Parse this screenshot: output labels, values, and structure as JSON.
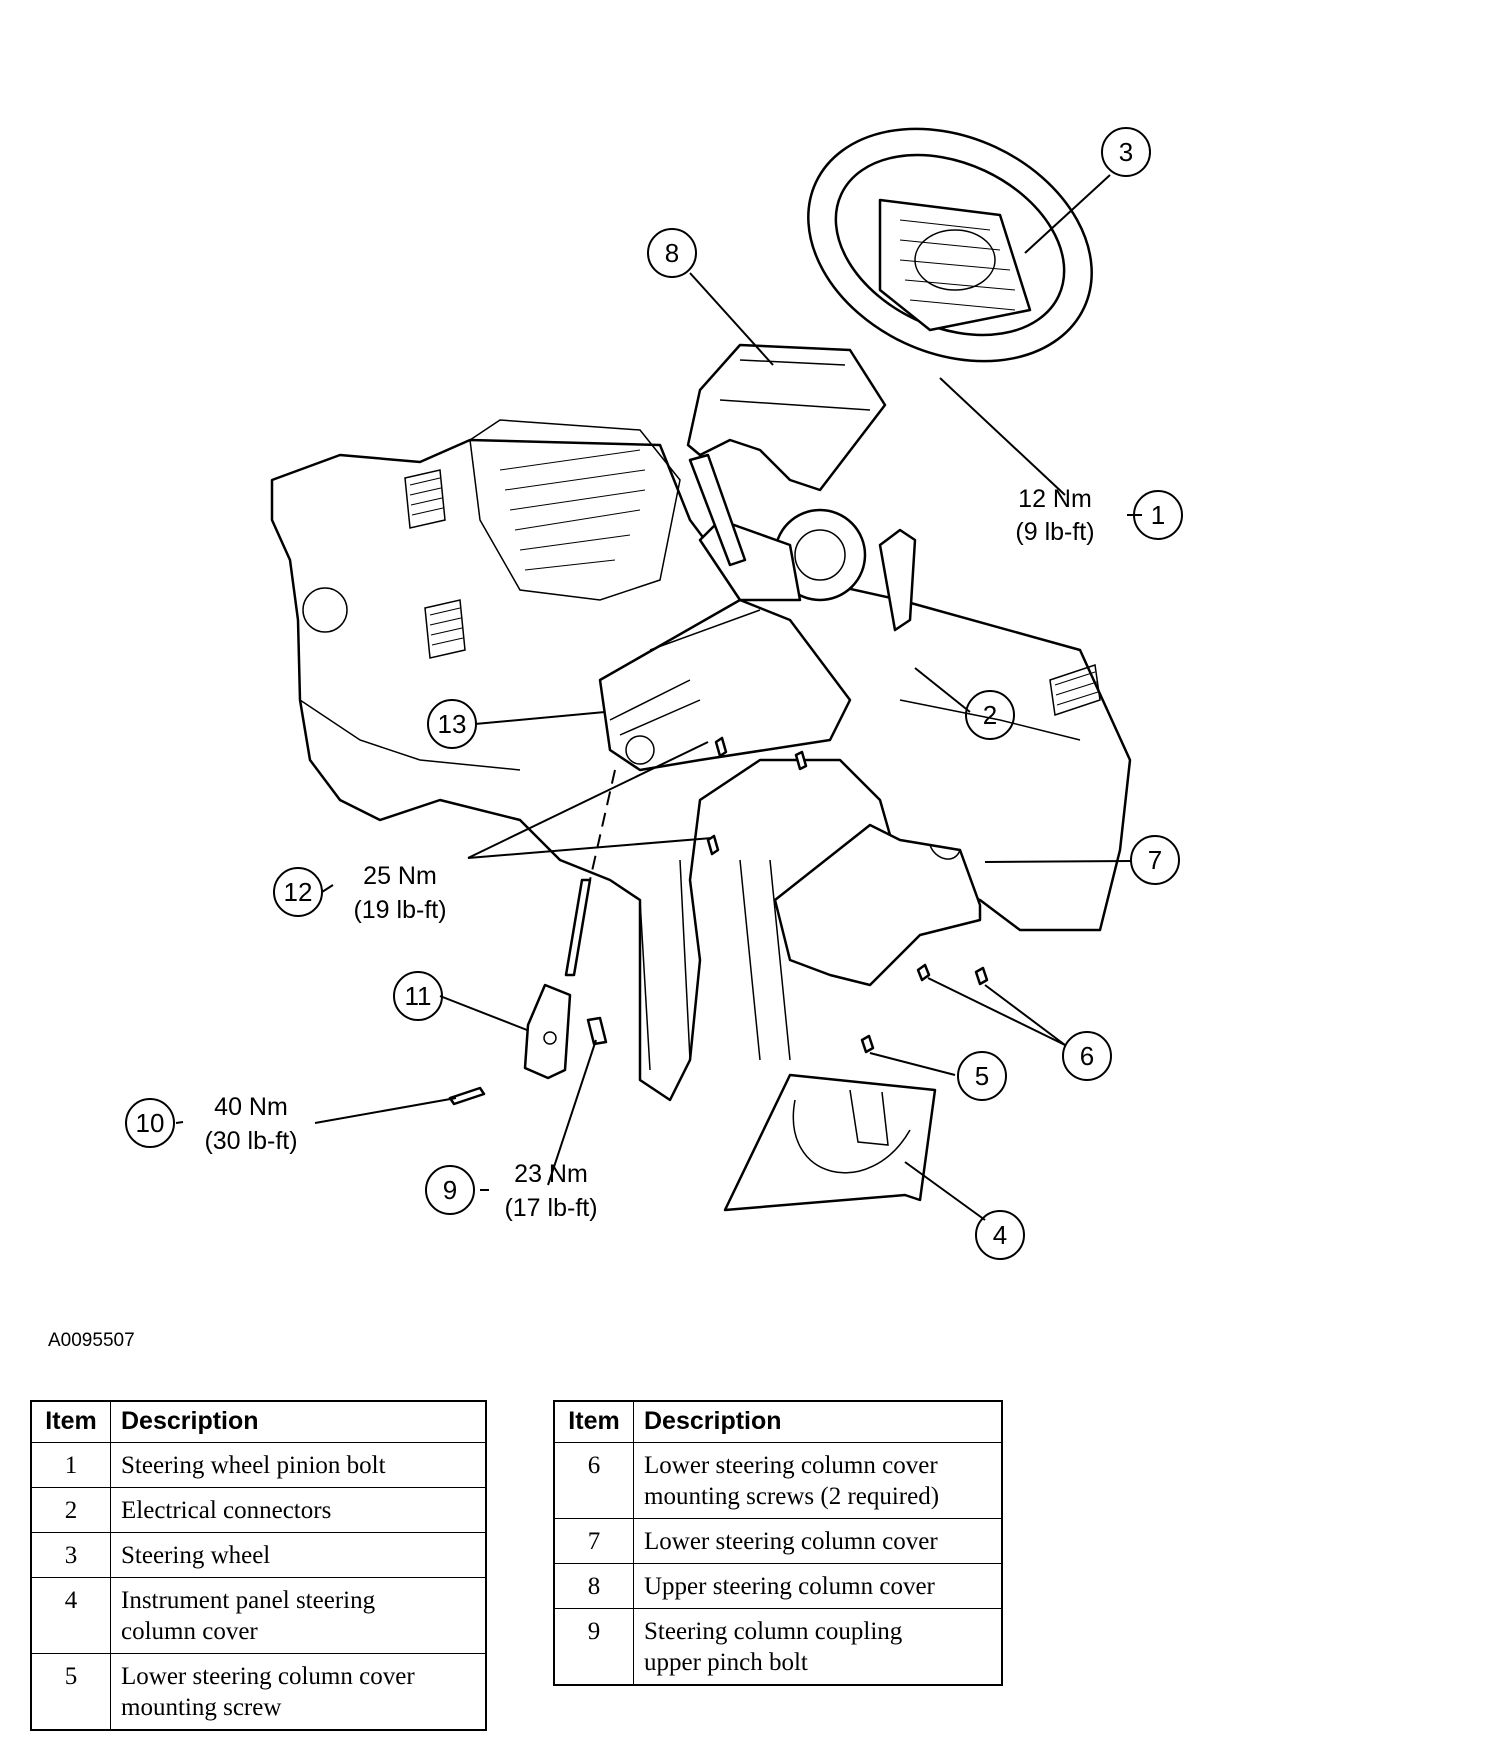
{
  "figure_id": "A0095507",
  "callouts": [
    {
      "num": "1",
      "torque_nm": "12 Nm",
      "torque_lbft": "(9 lb-ft)"
    },
    {
      "num": "2"
    },
    {
      "num": "3"
    },
    {
      "num": "4"
    },
    {
      "num": "5"
    },
    {
      "num": "6"
    },
    {
      "num": "7"
    },
    {
      "num": "8"
    },
    {
      "num": "9",
      "torque_nm": "23 Nm",
      "torque_lbft": "(17 lb-ft)"
    },
    {
      "num": "10",
      "torque_nm": "40 Nm",
      "torque_lbft": "(30 lb-ft)"
    },
    {
      "num": "11"
    },
    {
      "num": "12",
      "torque_nm": "25 Nm",
      "torque_lbft": "(19 lb-ft)"
    },
    {
      "num": "13"
    }
  ],
  "table_headers": {
    "item": "Item",
    "description": "Description"
  },
  "table_left": [
    {
      "item": "1",
      "description": [
        "Steering wheel pinion bolt"
      ]
    },
    {
      "item": "2",
      "description": [
        "Electrical connectors"
      ]
    },
    {
      "item": "3",
      "description": [
        "Steering wheel"
      ]
    },
    {
      "item": "4",
      "description": [
        "Instrument panel steering",
        "column cover"
      ]
    },
    {
      "item": "5",
      "description": [
        "Lower steering column cover",
        "mounting screw"
      ]
    }
  ],
  "table_right": [
    {
      "item": "6",
      "description": [
        "Lower steering column cover",
        "mounting screws (2 required)"
      ]
    },
    {
      "item": "7",
      "description": [
        "Lower steering column cover"
      ]
    },
    {
      "item": "8",
      "description": [
        "Upper steering column cover"
      ]
    },
    {
      "item": "9",
      "description": [
        "Steering column coupling",
        "upper pinch bolt"
      ]
    }
  ]
}
